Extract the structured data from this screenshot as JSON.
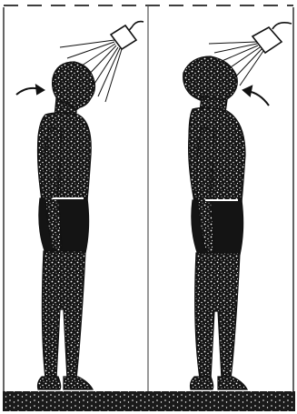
{
  "illustration": {
    "panels": [
      {
        "id": "left",
        "head_pose": "tilted-forward",
        "arrow_target": "back-of-neck",
        "shower_head": "above-right"
      },
      {
        "id": "right",
        "head_pose": "tilted-back",
        "arrow_target": "front-of-neck",
        "shower_head": "above-right"
      }
    ],
    "colors": {
      "ink": "#111111",
      "paper": "#ffffff",
      "divider": "#555555"
    },
    "icons": [
      "shower-head-icon",
      "arrow-icon"
    ]
  }
}
